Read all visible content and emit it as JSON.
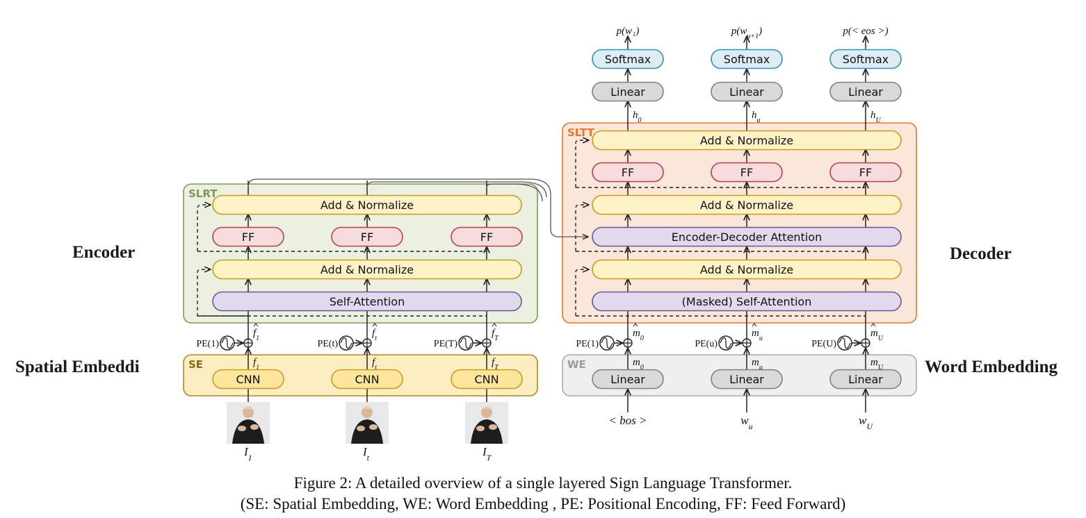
{
  "labels": {
    "encoder": "Encoder",
    "decoder": "Decoder",
    "spatial_embedding": "Spatial Embeddi",
    "word_embedding": "Word Embedding"
  },
  "panels": {
    "slrt": "SLRT",
    "sltt": "SLTT",
    "se": "SE",
    "we": "WE"
  },
  "encoder": {
    "add_norm": "Add & Normalize",
    "ff": "FF",
    "self_attention": "Self-Attention",
    "cnn": "CNN",
    "columns": [
      {
        "pe_arg": "1",
        "f_sub": "1",
        "img_sub": "1"
      },
      {
        "pe_arg": "t",
        "f_sub": "t",
        "img_sub": "t"
      },
      {
        "pe_arg": "T",
        "f_sub": "T",
        "img_sub": "T"
      }
    ]
  },
  "decoder": {
    "add_norm": "Add & Normalize",
    "ff": "FF",
    "enc_dec_attention": "Encoder-Decoder Attention",
    "masked_self_attention": "(Masked) Self-Attention",
    "linear": "Linear",
    "softmax": "Softmax",
    "columns": [
      {
        "pe_arg": "1",
        "m_sub": "0",
        "h_sub": "0",
        "input": "< bos >",
        "output": "p(w₁)"
      },
      {
        "pe_arg": "u",
        "m_sub": "u",
        "h_sub": "u",
        "input": "w",
        "input_sub": "u",
        "output": "p(w"
      },
      {
        "pe_arg": "U",
        "m_sub": "U",
        "h_sub": "U",
        "input": "w",
        "input_sub": "U",
        "output": "p(< eos >)"
      }
    ],
    "output_u_sub": "u+1"
  },
  "caption": {
    "line1": "Figure 2: A detailed overview of a single layered Sign Language Transformer.",
    "line2": "(SE: Spatial Embedding, WE: Word Embedding , PE: Positional Encoding, FF: Feed Forward)"
  },
  "colors": {
    "slrt_fill": "#ecf0e1",
    "slrt_stroke": "#7d9a4f",
    "slrt_text": "#7d9a4f",
    "sltt_fill": "#fbe6da",
    "sltt_stroke": "#e8772a",
    "sltt_text": "#e8772a",
    "se_fill": "#fbeec2",
    "se_stroke": "#b08a1e",
    "se_text": "#8a6a10",
    "we_fill": "#efefef",
    "we_stroke": "#a9a9a9",
    "we_text": "#9a9a9a",
    "yellow_fill": "#fef3c6",
    "yellow_stroke": "#c79b1d",
    "pink_fill": "#f6dcdc",
    "pink_stroke": "#b9404a",
    "purple_fill": "#e3d9ee",
    "purple_stroke": "#6a5590",
    "cnn_fill": "#fde59b",
    "cnn_stroke": "#c79b1d",
    "gray_fill": "#d9d9d9",
    "gray_stroke": "#808080",
    "blue_fill": "#dcedf5",
    "blue_stroke": "#3b8eaa"
  }
}
